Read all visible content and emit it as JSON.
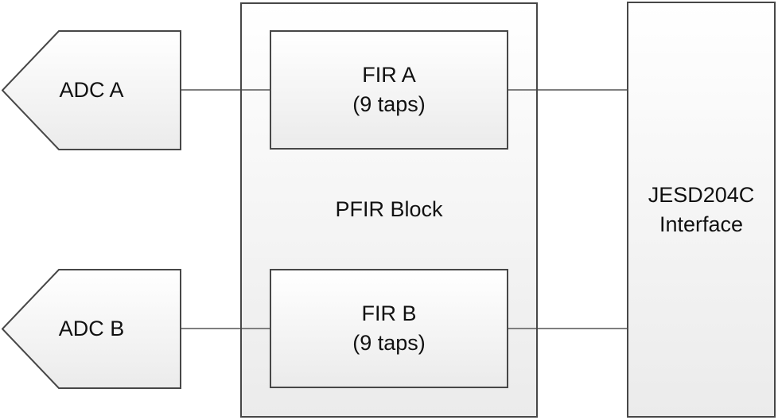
{
  "diagram": {
    "shapes": {
      "adc_a": {
        "label": "ADC A"
      },
      "adc_b": {
        "label": "ADC B"
      },
      "pfir_block": {
        "label": "PFIR Block"
      },
      "fir_a": {
        "name": "FIR A",
        "taps": "(9 taps)"
      },
      "fir_b": {
        "name": "FIR B",
        "taps": "(9 taps)"
      },
      "jesd": {
        "name": "JESD204C",
        "role": "Interface"
      }
    }
  },
  "colors": {
    "shape_border": "#474747",
    "connector": "#7f7f7f",
    "fill_top": "#ffffff",
    "fill_bottom": "#ebebeb",
    "text": "#111111"
  }
}
